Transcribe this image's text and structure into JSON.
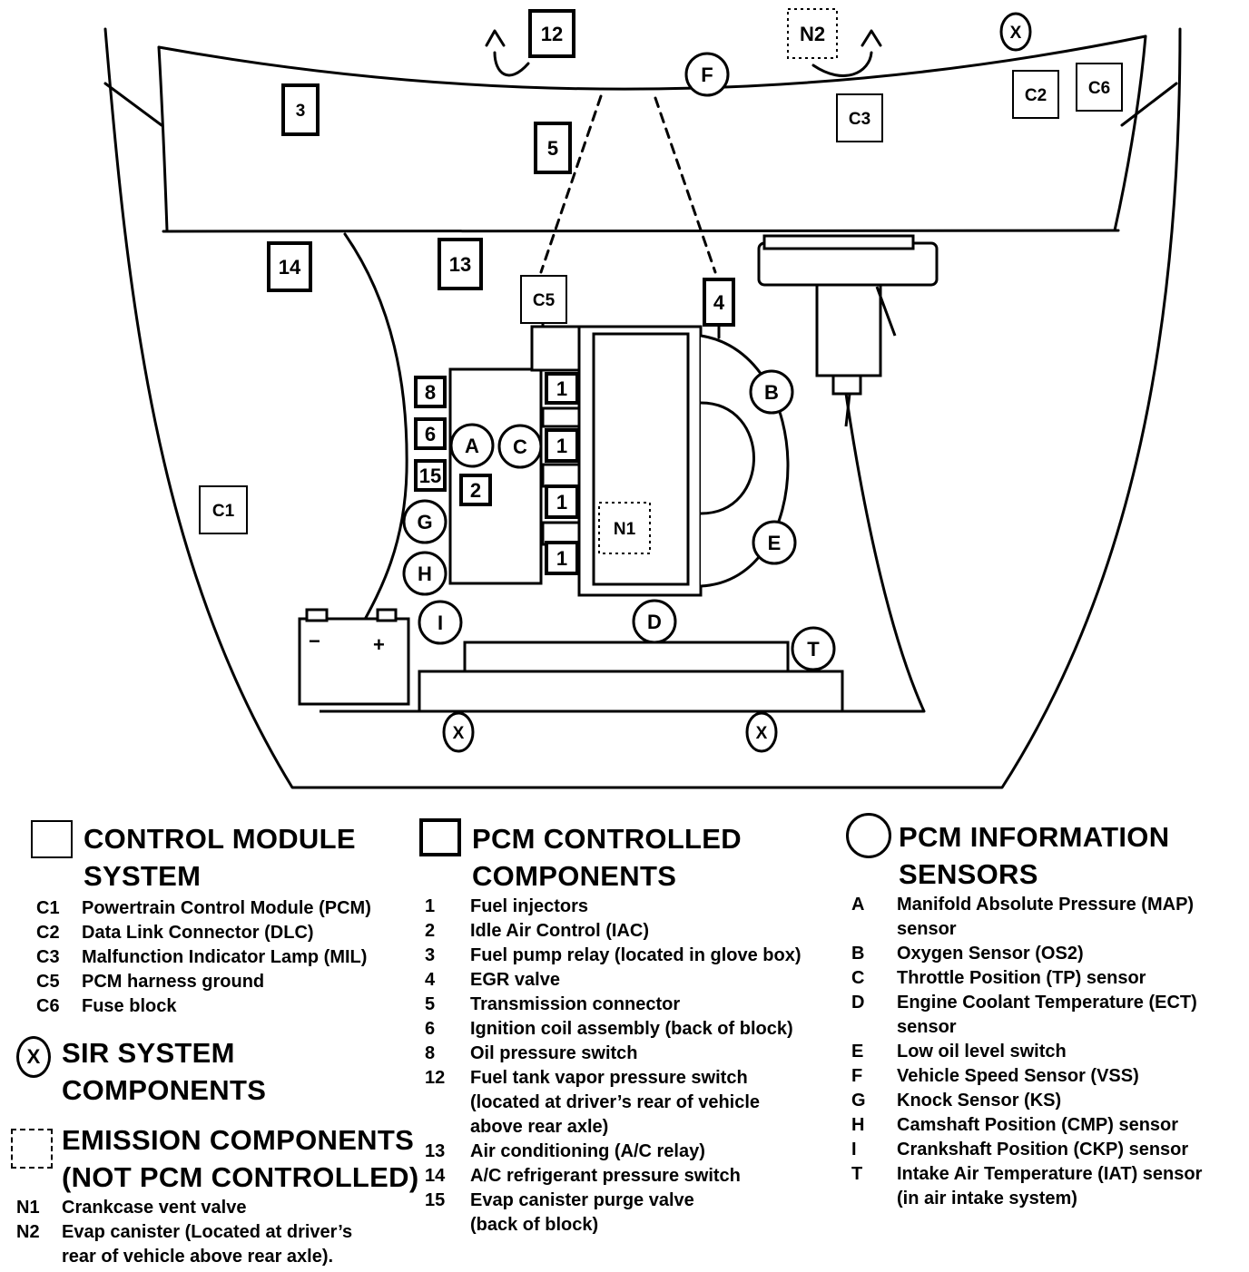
{
  "diagram": {
    "module_boxes": {
      "c1": "C1",
      "c2": "C2",
      "c3": "C3",
      "c5": "C5",
      "c6": "C6"
    },
    "component_boxes": {
      "n1": "1",
      "n2": "2",
      "n3": "3",
      "n4": "4",
      "n5": "5",
      "n6": "6",
      "n8": "8",
      "n12": "12",
      "n13": "13",
      "n14": "14",
      "n15": "15"
    },
    "sensor_circles": {
      "a": "A",
      "b": "B",
      "c": "C",
      "d": "D",
      "e": "E",
      "f": "F",
      "g": "G",
      "h": "H",
      "i": "I",
      "t": "T"
    },
    "emission_boxes": {
      "n1": "N1",
      "n2": "N2"
    },
    "sir_marks": {
      "x": "X"
    },
    "battery": {
      "minus": "−",
      "plus": "+"
    }
  },
  "legend": {
    "control_module": {
      "heading_line1": "CONTROL MODULE",
      "heading_line2": "SYSTEM",
      "items": [
        {
          "code": "C1",
          "text": "Powertrain Control Module (PCM)"
        },
        {
          "code": "C2",
          "text": "Data Link Connector (DLC)"
        },
        {
          "code": "C3",
          "text": "Malfunction Indicator Lamp (MIL)"
        },
        {
          "code": "C5",
          "text": "PCM harness ground"
        },
        {
          "code": "C6",
          "text": "Fuse block"
        }
      ]
    },
    "sir": {
      "symbol": "X",
      "heading_line1": "SIR SYSTEM",
      "heading_line2": "COMPONENTS"
    },
    "emission": {
      "heading_line1": "EMISSION COMPONENTS",
      "heading_line2": "(NOT PCM CONTROLLED)",
      "items": [
        {
          "code": "N1",
          "text_line1": "Crankcase vent valve",
          "text_line2": ""
        },
        {
          "code": "N2",
          "text_line1": "Evap canister (Located at driver’s",
          "text_line2": "rear of vehicle above rear axle)."
        }
      ]
    },
    "pcm_controlled": {
      "heading_line1": "PCM CONTROLLED",
      "heading_line2": "COMPONENTS",
      "items": [
        {
          "code": "1",
          "lines": [
            "Fuel injectors"
          ]
        },
        {
          "code": "2",
          "lines": [
            "Idle Air Control (IAC)"
          ]
        },
        {
          "code": "3",
          "lines": [
            "Fuel pump relay (located in glove box)"
          ]
        },
        {
          "code": "4",
          "lines": [
            "EGR valve"
          ]
        },
        {
          "code": "5",
          "lines": [
            "Transmission connector"
          ]
        },
        {
          "code": "6",
          "lines": [
            "Ignition coil assembly (back of block)"
          ]
        },
        {
          "code": "8",
          "lines": [
            "Oil pressure switch"
          ]
        },
        {
          "code": "12",
          "lines": [
            "Fuel tank vapor pressure switch",
            "(located at driver’s rear of vehicle",
            "above rear axle)"
          ]
        },
        {
          "code": "13",
          "lines": [
            "Air conditioning (A/C relay)"
          ]
        },
        {
          "code": "14",
          "lines": [
            "A/C refrigerant pressure switch"
          ]
        },
        {
          "code": "15",
          "lines": [
            "Evap canister purge valve",
            "(back of block)"
          ]
        }
      ]
    },
    "pcm_sensors": {
      "heading_line1": "PCM INFORMATION",
      "heading_line2": "SENSORS",
      "items": [
        {
          "code": "A",
          "lines": [
            "Manifold Absolute Pressure (MAP)",
            "sensor"
          ]
        },
        {
          "code": "B",
          "lines": [
            "Oxygen Sensor (OS2)"
          ]
        },
        {
          "code": "C",
          "lines": [
            "Throttle Position (TP) sensor"
          ]
        },
        {
          "code": "D",
          "lines": [
            "Engine Coolant Temperature (ECT)",
            "sensor"
          ]
        },
        {
          "code": "E",
          "lines": [
            "Low oil level switch"
          ]
        },
        {
          "code": "F",
          "lines": [
            "Vehicle Speed Sensor (VSS)"
          ]
        },
        {
          "code": "G",
          "lines": [
            "Knock Sensor (KS)"
          ]
        },
        {
          "code": "H",
          "lines": [
            "Camshaft Position (CMP) sensor"
          ]
        },
        {
          "code": "I",
          "lines": [
            "Crankshaft Position (CKP) sensor"
          ]
        },
        {
          "code": "T",
          "lines": [
            "Intake Air Temperature (IAT) sensor",
            "(in air intake system)"
          ]
        }
      ]
    }
  }
}
